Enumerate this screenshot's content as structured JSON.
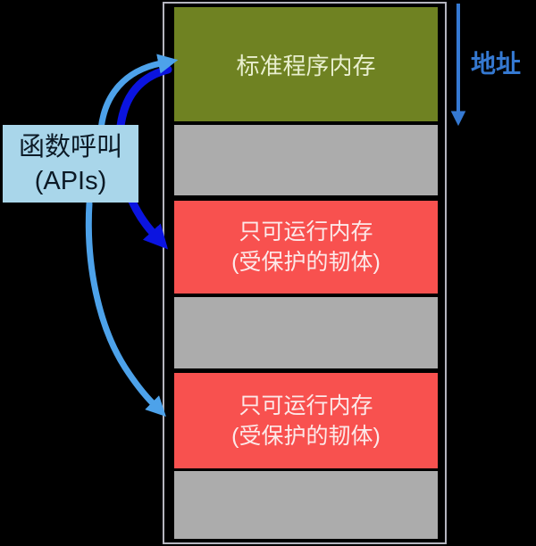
{
  "diagram": {
    "type": "memory-layout-diagram",
    "background_color": "#000000",
    "memory_column": {
      "frame_border_color": "#b5b5bf",
      "blocks": [
        {
          "name": "standard-program-memory",
          "label": "标准程序内存",
          "color": "#6f8222",
          "text_color": "#e9efcf"
        },
        {
          "name": "unlabeled-memory-1",
          "label": "",
          "color": "#acacac"
        },
        {
          "name": "execute-only-memory-1",
          "line1": "只可运行内存",
          "line2": "(受保护的韧体)",
          "color": "#f8514f",
          "text_color": "#fce9e9"
        },
        {
          "name": "unlabeled-memory-2",
          "label": "",
          "color": "#acacac"
        },
        {
          "name": "execute-only-memory-2",
          "line1": "只可运行内存",
          "line2": "(受保护的韧体)",
          "color": "#f8514f",
          "text_color": "#fce9e9"
        },
        {
          "name": "unlabeled-memory-3",
          "label": "",
          "color": "#acacac"
        }
      ]
    },
    "api_callout": {
      "line1": "函数呼叫",
      "line2": "(APIs)",
      "background_color": "#a9d6ea",
      "text_color": "#0c1a26"
    },
    "address_axis": {
      "label": "地址",
      "direction": "down",
      "color": "#3579d2"
    },
    "arrows": {
      "light_blue_color": "#4da2ea",
      "dark_blue_color": "#0b14e0"
    }
  }
}
